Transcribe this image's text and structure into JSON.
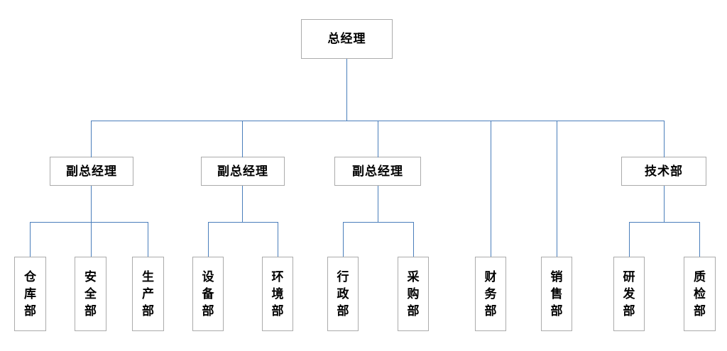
{
  "org": {
    "root": "总经理",
    "branches": [
      {
        "head": "副总经理",
        "children": [
          "仓库部",
          "安全部",
          "生产部"
        ]
      },
      {
        "head": "副总经理",
        "children": [
          "设备部",
          "环境部"
        ]
      },
      {
        "head": "副总经理",
        "children": [
          "行政部",
          "采购部"
        ]
      },
      {
        "head": "技术部",
        "children": [
          "研发部",
          "质检部"
        ]
      }
    ],
    "root_direct_children": [
      "财务部",
      "销售部"
    ],
    "colors": {
      "connector": "#4a7ebb",
      "box_border": "#ababab",
      "text": "#000000"
    }
  }
}
